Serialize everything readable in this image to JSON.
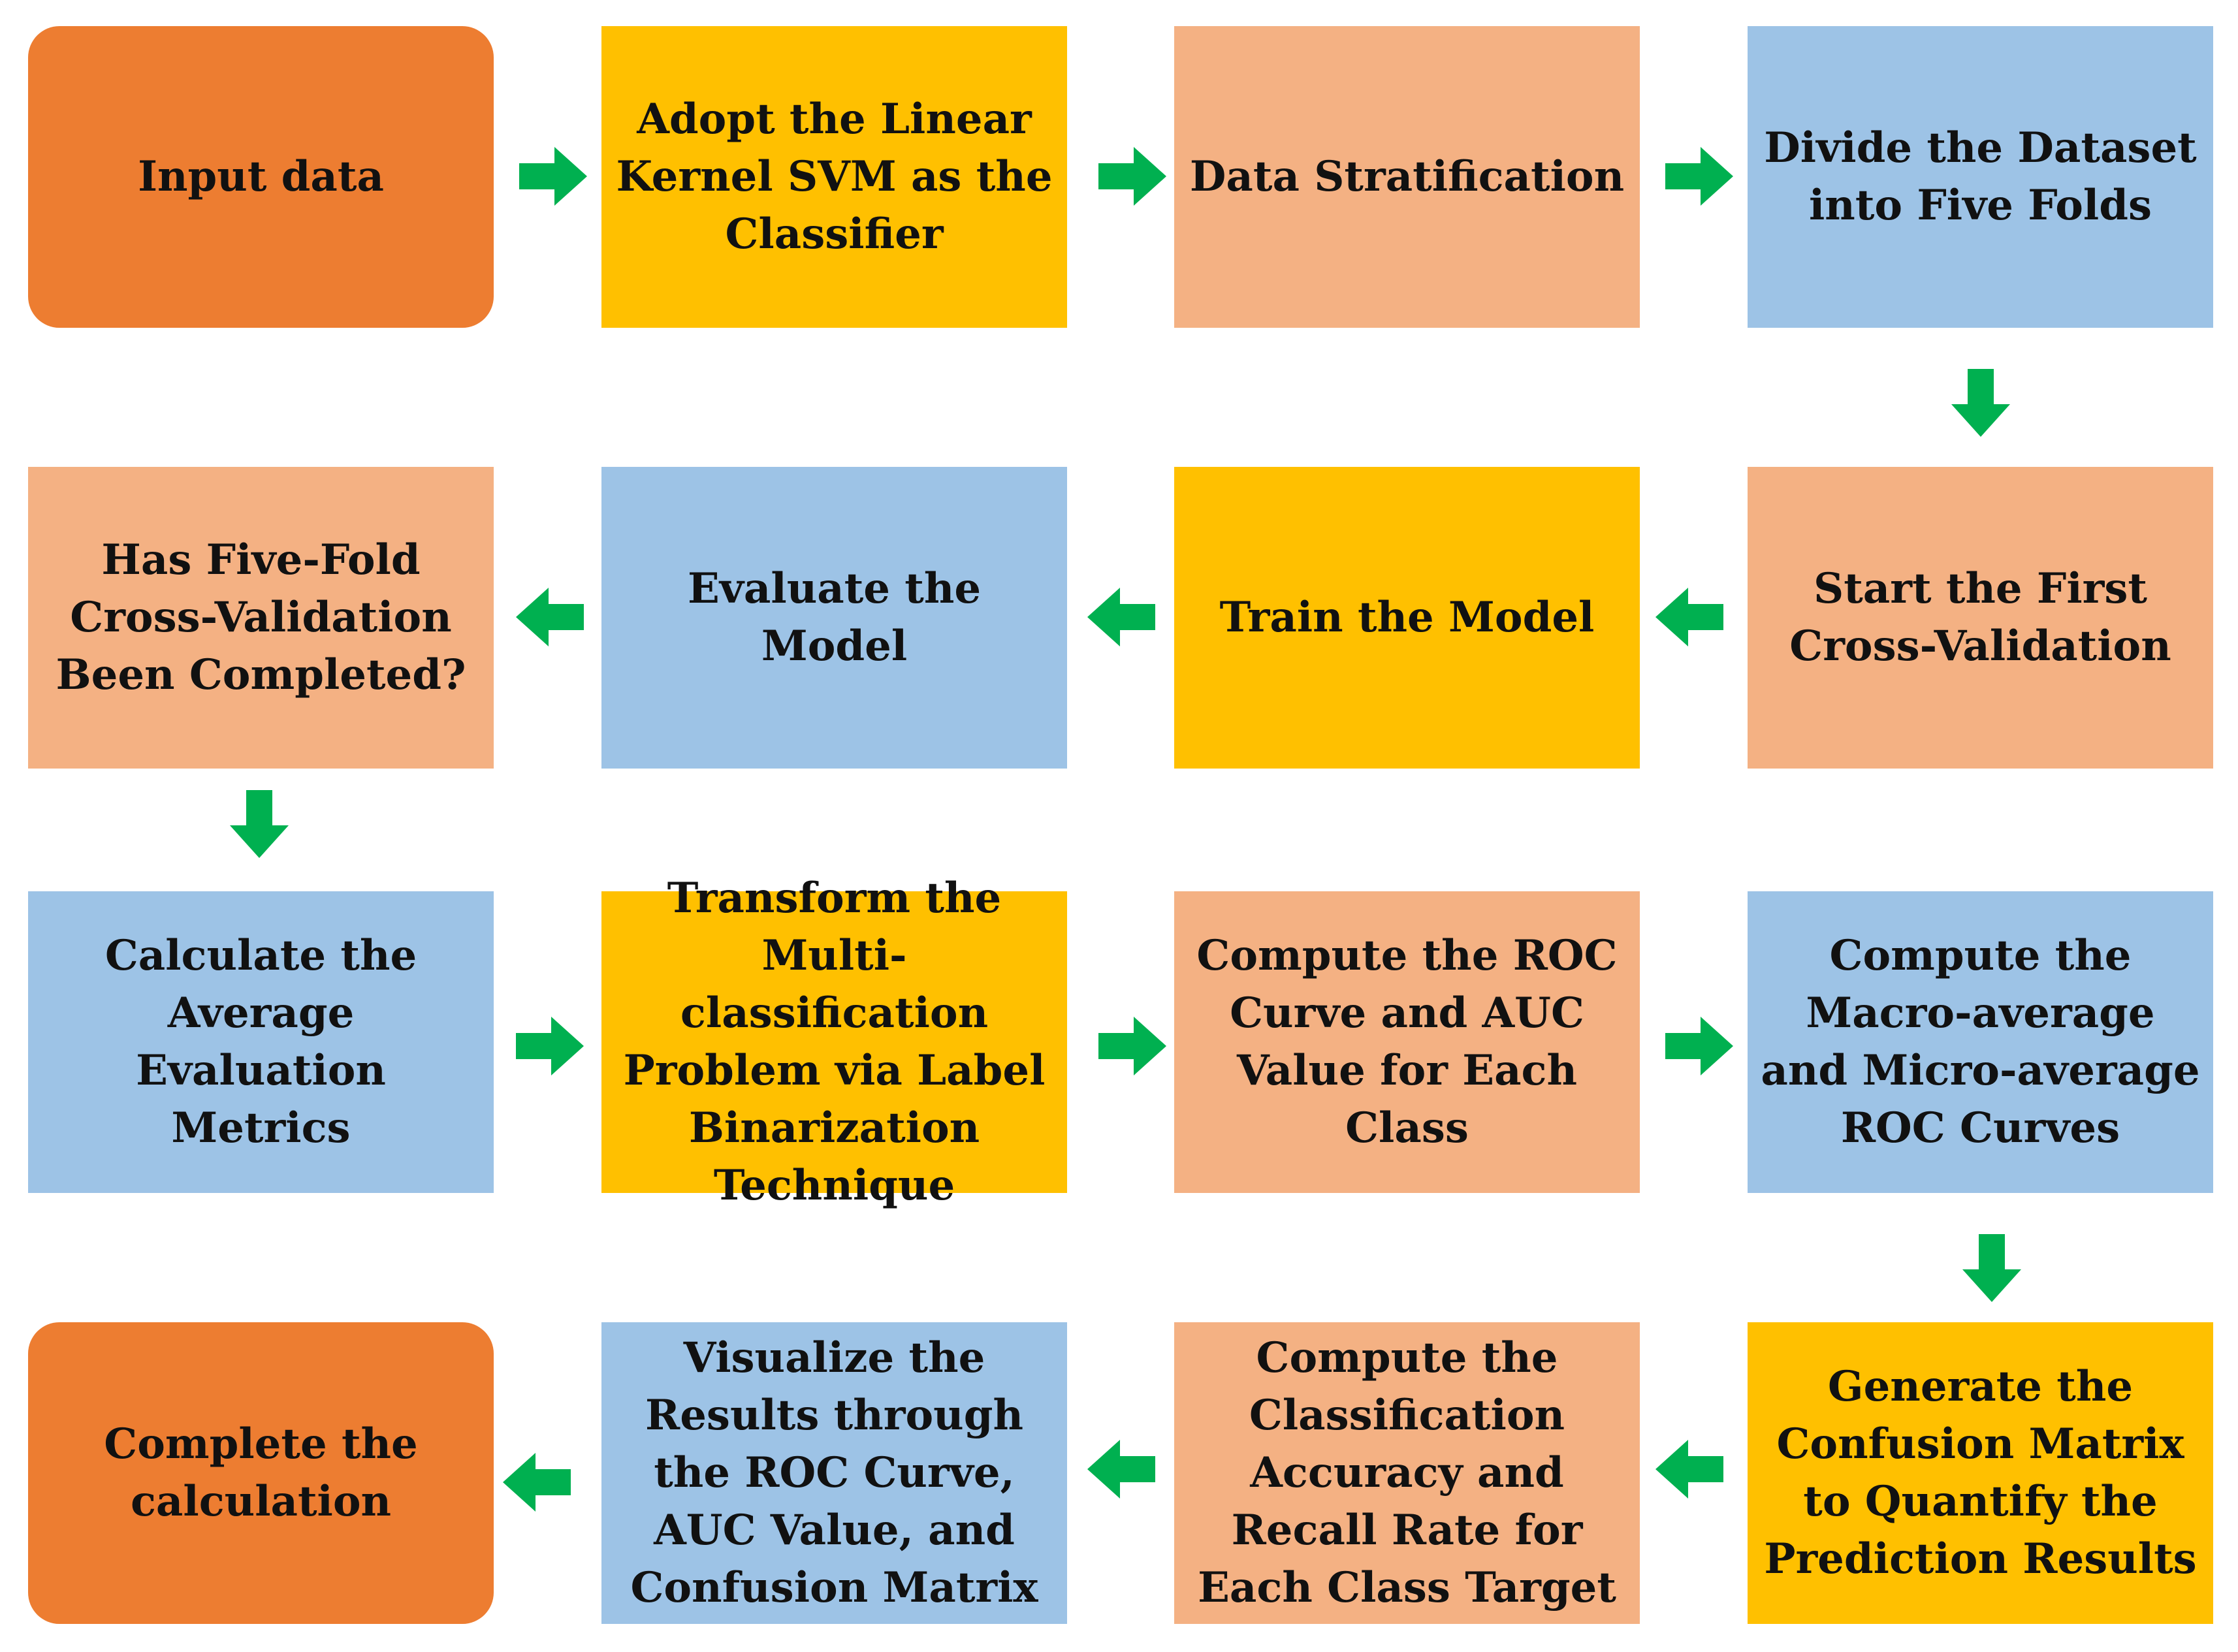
{
  "colors": {
    "orange_dark": "#ED7D31",
    "yellow": "#FFC000",
    "peach": "#F4B183",
    "blue": "#9DC3E6",
    "arrow_green": "#00B050"
  },
  "steps": {
    "input_data": "Input data",
    "adopt_svm": "Adopt the Linear Kernel SVM as the Classifier",
    "data_stratification": "Data Stratification",
    "divide_folds": "Divide the Dataset into Five Folds",
    "start_first_cv": "Start the First Cross-Validation",
    "train_model": "Train the Model",
    "evaluate_model": "Evaluate the Model",
    "cv_completed": "Has Five-Fold Cross-Validation Been Completed?",
    "average_metrics": "Calculate the Average Evaluation Metrics",
    "label_binarization": "Transform the Multi-classification Problem via Label Binarization Technique",
    "compute_roc_auc": "Compute the ROC Curve and AUC Value for Each Class",
    "macro_micro_roc": "Compute the Macro-average and Micro-average ROC Curves",
    "confusion_matrix": "Generate the Confusion Matrix to Quantify the Prediction Results",
    "accuracy_recall": "Compute the Classification Accuracy and Recall Rate for Each Class Target",
    "visualize_results": "Visualize the Results through the ROC Curve, AUC Value, and Confusion Matrix",
    "complete_calc": "Complete the calculation"
  }
}
